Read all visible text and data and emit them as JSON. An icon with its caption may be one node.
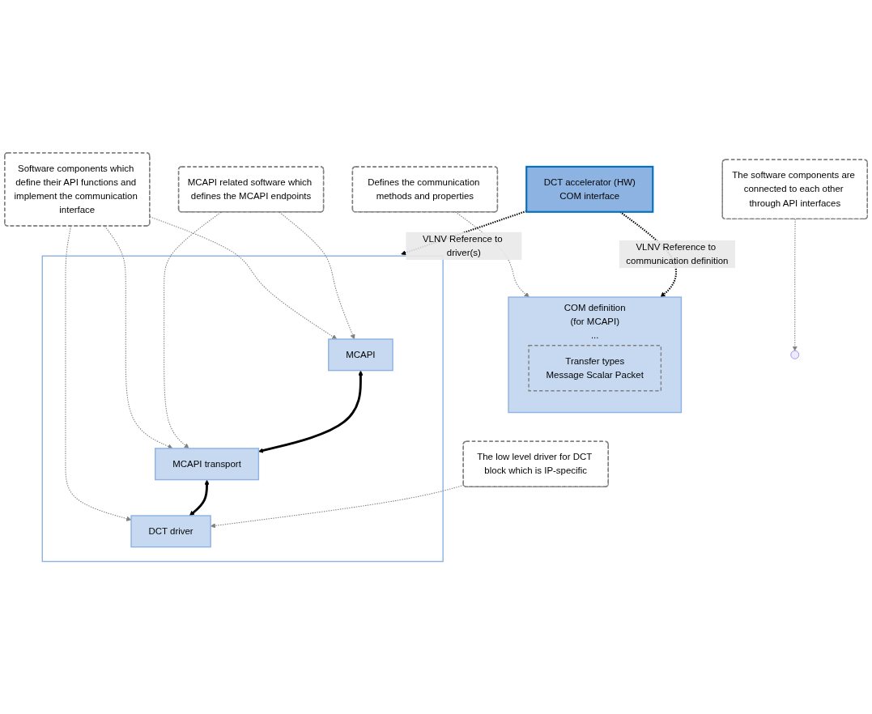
{
  "diagram": {
    "nodes": [
      {
        "text": [
          "COM definition",
          "(for MCAPI)",
          "..."
        ]
      },
      {
        "text": [
          "Transfer types",
          "Message Scalar Packet"
        ],
        "in": 0
      },
      {
        "text": [
          "Defines the communication methods and properties"
        ]
      },
      {
        "text": [
          "DCT accelerator (HW)",
          "COM interface"
        ]
      },
      {
        "text": [],
        "shape": "box"
      },
      {
        "text": [
          "MCAPI"
        ],
        "in": 4
      },
      {
        "text": [
          "MCAPI transport"
        ],
        "in": 4
      },
      {
        "text": [
          "DCT driver"
        ],
        "in": 4
      },
      {
        "text": [
          "Software components which define their API functions and implement the communication interface"
        ]
      },
      {
        "text": [
          "MCAPI related software which defines the MCAPI endpoints"
        ]
      },
      {
        "text": [
          "The low level driver for DCT block which is IP-specific"
        ]
      },
      {
        "text": [
          "The software components are connected to each other through API interfaces"
        ]
      }
    ],
    "edges": [
      {
        "from": 2,
        "to": 0,
        "arrow": "to",
        "style": "dashed"
      },
      {
        "from": 3,
        "to": 0,
        "arrow": "to",
        "label": "VLNV Reference to communication definition",
        "style": "dashed",
        "color": "#000000"
      },
      {
        "from": 3,
        "to": 4,
        "arrow": "to",
        "label": "VLNV Reference to driver(s)",
        "style": "dashed",
        "color": "#000000"
      },
      {
        "from": 8,
        "to": 5,
        "arrow": "to",
        "style": "dashed"
      },
      {
        "from": 8,
        "to": 6,
        "arrow": "to",
        "style": "dashed"
      },
      {
        "from": 8,
        "to": 7,
        "arrow": "to",
        "style": "dashed"
      },
      {
        "from": 9,
        "to": 5,
        "arrow": "to",
        "style": "dashed"
      },
      {
        "from": 9,
        "to": 6,
        "arrow": "to",
        "style": "dashed"
      },
      {
        "from": 5,
        "to": 6,
        "arrow": "both",
        "style": "thick",
        "color": "#000000"
      },
      {
        "from": 6,
        "to": 7,
        "arrow": "both",
        "style": "thick",
        "color": "#000000"
      },
      {
        "from": 11,
        "to": null,
        "arrow": "to",
        "style": "dashed"
      },
      {
        "from": 10,
        "to": 7,
        "arrow": "to",
        "style": "dashed"
      }
    ]
  }
}
